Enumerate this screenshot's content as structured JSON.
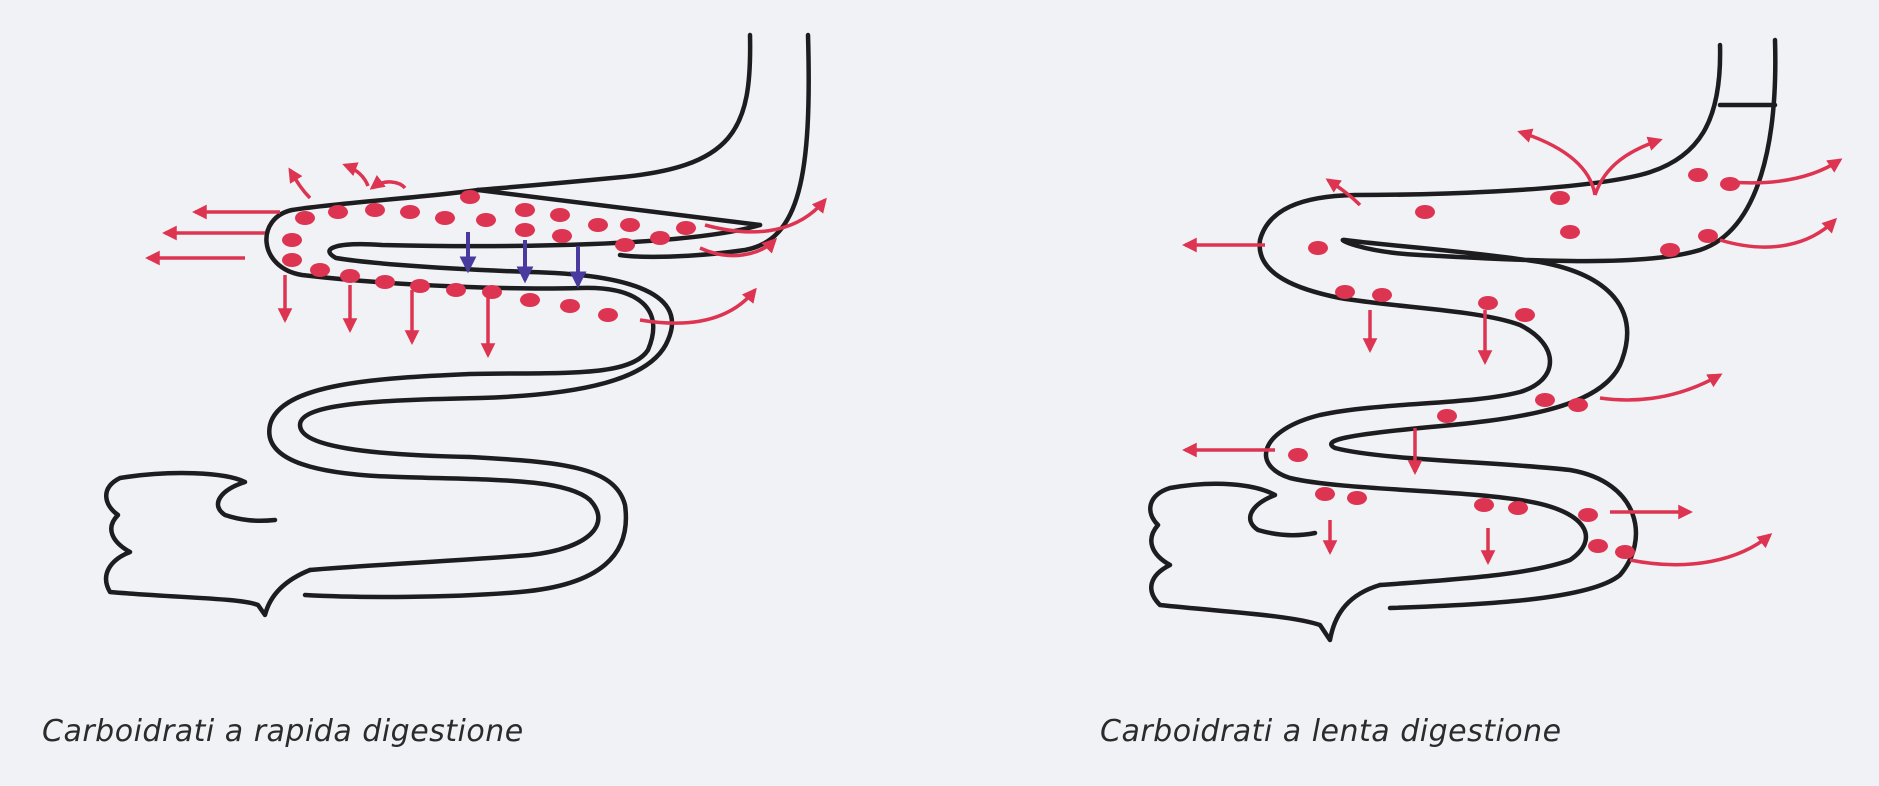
{
  "diagram": {
    "panels": [
      {
        "id": "fast",
        "caption": "Carboidrati a rapida digestione"
      },
      {
        "id": "slow",
        "caption": "Carboidrati a lenta digestione"
      }
    ],
    "colors": {
      "outline": "#1d1d1f",
      "absorption": "#dd3451",
      "secretion": "#4a3aa0",
      "background": "#f1f2f6"
    }
  }
}
